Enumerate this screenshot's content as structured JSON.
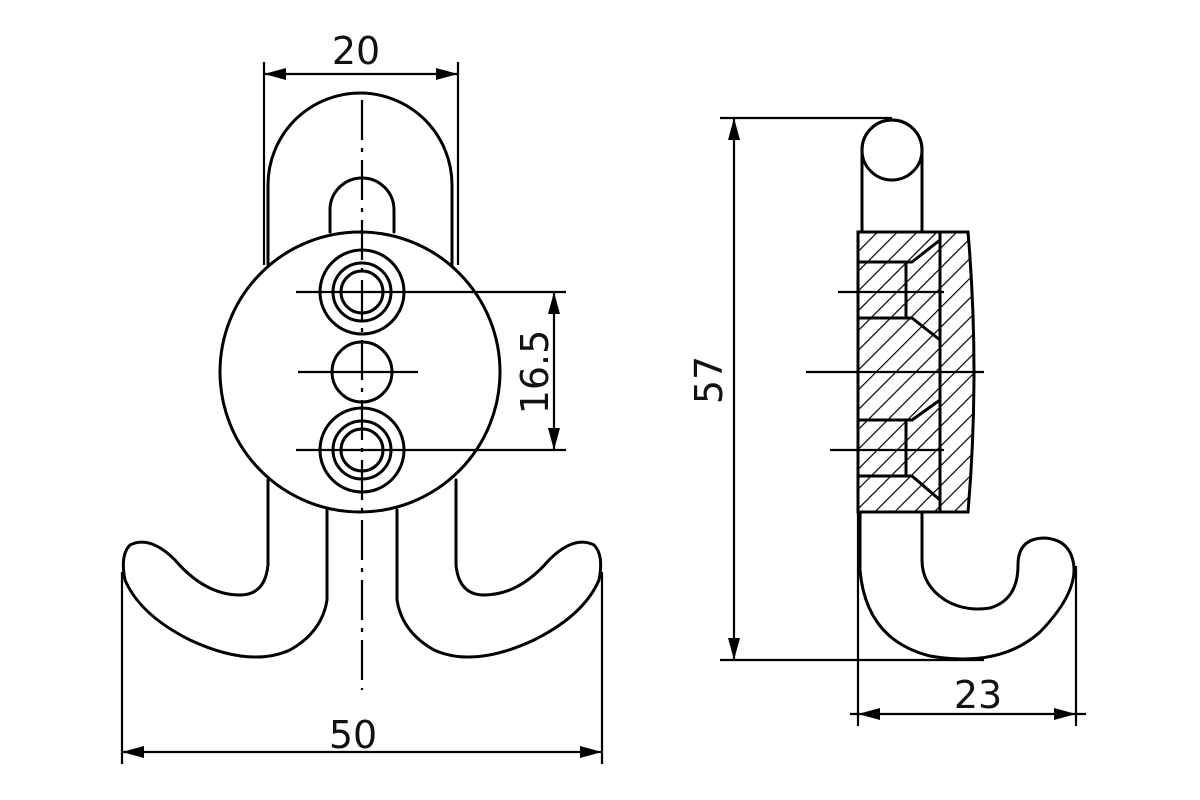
{
  "dimensions": {
    "top_width": "20",
    "hole_spacing": "16.5",
    "total_height": "57",
    "total_width": "50",
    "depth": "23"
  },
  "colors": {
    "line": "#000000",
    "background": "#ffffff"
  }
}
